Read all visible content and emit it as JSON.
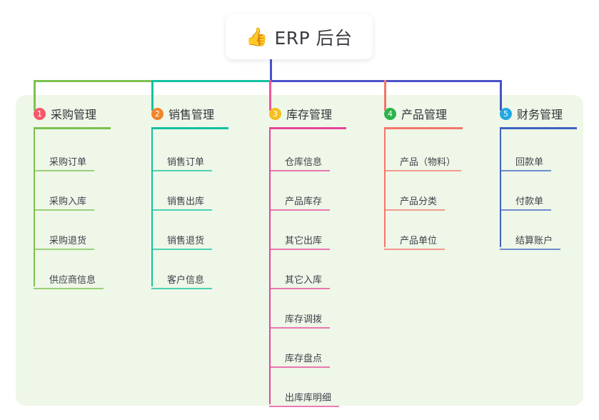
{
  "title": {
    "emoji": "👍",
    "emoji_name": "thumbs-up-emoji",
    "text": "ERP 后台"
  },
  "colors": {
    "page_background": "#ffffff",
    "card_background": "#eef7e8",
    "title_text": "#3b3b43",
    "leaf_text": "#40404a",
    "trunk": "#4a52c8",
    "bus_left": "#7cc14f",
    "bus_mid": "#12c2a0",
    "bus_right": "#4a52c8"
  },
  "columns": [
    {
      "number": "1",
      "label": "采购管理",
      "badge_color": "#f4596a",
      "line_color": "#7cc14f",
      "rule_width": 108,
      "drop_color": "#7cc14f",
      "items": [
        {
          "label": "采购订单",
          "rule_width": 85
        },
        {
          "label": "采购入库",
          "rule_width": 85
        },
        {
          "label": "采购退货",
          "rule_width": 85
        },
        {
          "label": "供应商信息",
          "rule_width": 98
        }
      ]
    },
    {
      "number": "2",
      "label": "销售管理",
      "badge_color": "#f0852a",
      "line_color": "#12c2a0",
      "rule_width": 108,
      "drop_color": "#12c2a0",
      "items": [
        {
          "label": "销售订单",
          "rule_width": 85
        },
        {
          "label": "销售出库",
          "rule_width": 85
        },
        {
          "label": "销售退货",
          "rule_width": 85
        },
        {
          "label": "客户信息",
          "rule_width": 85
        }
      ]
    },
    {
      "number": "3",
      "label": "库存管理",
      "badge_color": "#f5bf1d",
      "line_color": "#e8459a",
      "rule_width": 108,
      "drop_color": "#f0559b",
      "items": [
        {
          "label": "仓库信息",
          "rule_width": 85
        },
        {
          "label": "产品库存",
          "rule_width": 85
        },
        {
          "label": "其它出库",
          "rule_width": 85
        },
        {
          "label": "其它入库",
          "rule_width": 85
        },
        {
          "label": "库存调拨",
          "rule_width": 85
        },
        {
          "label": "库存盘点",
          "rule_width": 85
        },
        {
          "label": "出库库明细",
          "rule_width": 98
        }
      ]
    },
    {
      "number": "4",
      "label": "产品管理",
      "badge_color": "#2cb34a",
      "line_color": "#f4756b",
      "rule_width": 110,
      "drop_color": "#f4756b",
      "items": [
        {
          "label": "产品（物料）",
          "rule_width": 108
        },
        {
          "label": "产品分类",
          "rule_width": 85
        },
        {
          "label": "产品单位",
          "rule_width": 85
        }
      ]
    },
    {
      "number": "5",
      "label": "财务管理",
      "badge_color": "#21a8e0",
      "line_color": "#3f63c0",
      "rule_width": 108,
      "drop_color": "#4a52c8",
      "items": [
        {
          "label": "回款单",
          "rule_width": 72
        },
        {
          "label": "付款单",
          "rule_width": 72
        },
        {
          "label": "结算账户",
          "rule_width": 85
        }
      ]
    }
  ]
}
